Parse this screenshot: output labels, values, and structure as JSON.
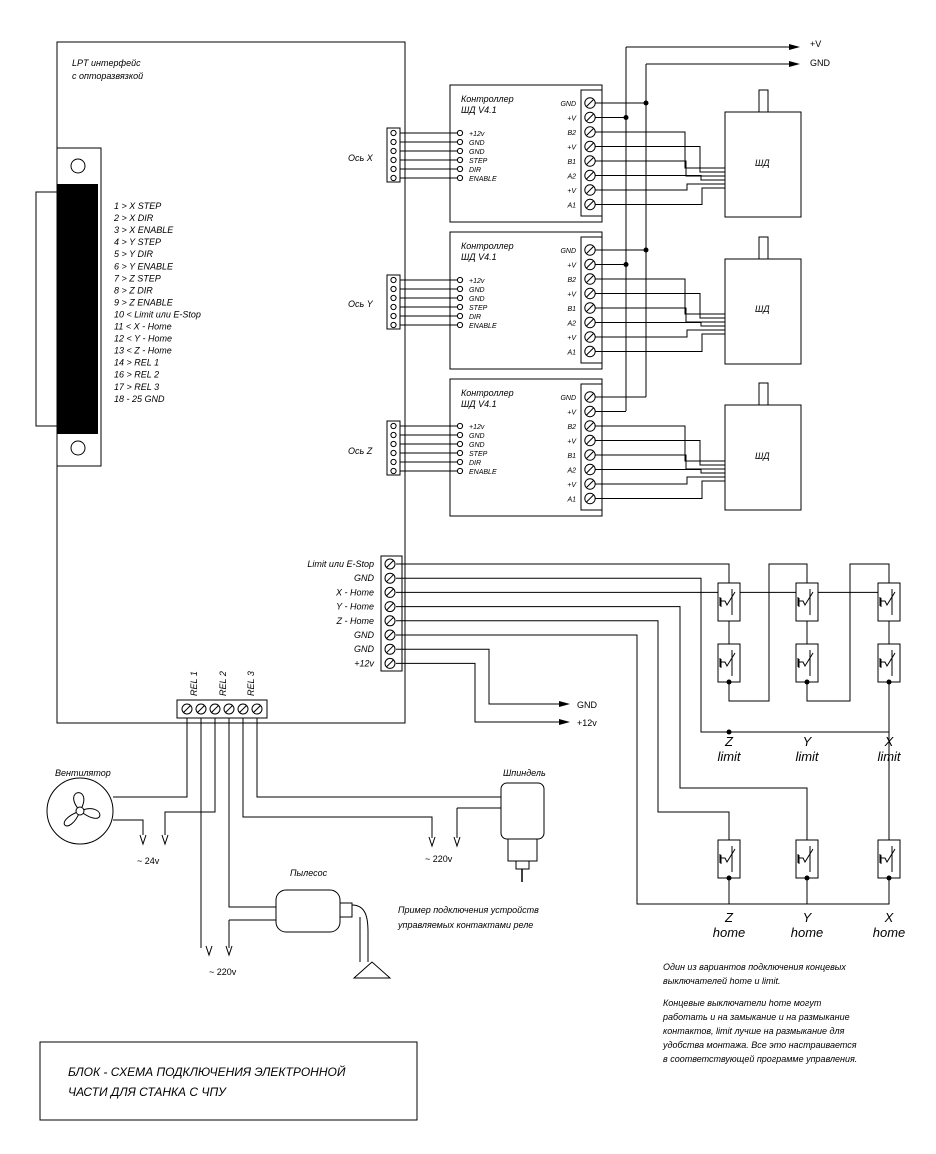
{
  "lpt": {
    "title_line1": "LPT интерфейс",
    "title_line2": "с опторазвязкой",
    "pins": [
      "1 > X  STEP",
      "2 > X  DIR",
      "3 > X  ENABLE",
      "4 > Y  STEP",
      "5 > Y  DIR",
      "6 > Y  ENABLE",
      "7 > Z  STEP",
      "8 > Z  DIR",
      "9 > Z  ENABLE",
      "10 < Limit или E-Stop",
      "11 < X - Home",
      "12 < Y - Home",
      "13 < Z - Home",
      "14 > REL 1",
      "16 > REL 2",
      "17 > REL 3",
      "18 - 25 GND"
    ]
  },
  "axes": [
    {
      "label": "Ось X"
    },
    {
      "label": "Ось Y"
    },
    {
      "label": "Ось Z"
    }
  ],
  "axis_pins": [
    "+12v",
    "GND",
    "GND",
    "STEP",
    "DIR",
    "ENABLE"
  ],
  "controller": {
    "title_line1": "Контроллер",
    "title_line2": "ШД V4.1",
    "terminals": [
      "GND",
      "+V",
      "B2",
      "+V",
      "B1",
      "A2",
      "+V",
      "A1"
    ]
  },
  "motor_label": "ШД",
  "power": {
    "plus_v": "+V",
    "gnd": "GND"
  },
  "io_terminals": [
    "Limit или E-Stop",
    "GND",
    "X - Home",
    "Y - Home",
    "Z - Home",
    "GND",
    "GND",
    "+12v"
  ],
  "io_out": {
    "gnd": "GND",
    "plus12": "+12v"
  },
  "relays": [
    "REL 1",
    "REL 2",
    "REL 3"
  ],
  "devices": {
    "fan": "Вентилятор",
    "spindle": "Шпиндель",
    "vacuum": "Пылесос",
    "v24": "~ 24v",
    "v220_a": "~ 220v",
    "v220_b": "~ 220v"
  },
  "relay_note_line1": "Пример подключения устройств",
  "relay_note_line2": "управляемых контактами реле",
  "limit_labels": [
    {
      "axis": "Z",
      "word": "limit"
    },
    {
      "axis": "Y",
      "word": "limit"
    },
    {
      "axis": "X",
      "word": "limit"
    }
  ],
  "home_labels": [
    {
      "axis": "Z",
      "word": "home"
    },
    {
      "axis": "Y",
      "word": "home"
    },
    {
      "axis": "X",
      "word": "home"
    }
  ],
  "note1": [
    "Один из вариантов подключения концевых",
    "выключателей home и limit."
  ],
  "note2": [
    "Концевые выключатели home могут",
    "работать и на замыкание и на размыкание",
    "контактов, limit лучше на размыкание для",
    "удобства монтажа. Все это настраивается",
    "в соответствующей программе управления."
  ],
  "title_box": [
    "БЛОК - СХЕМА ПОДКЛЮЧЕНИЯ ЭЛЕКТРОННОЙ",
    "ЧАСТИ ДЛЯ СТАНКА С ЧПУ"
  ]
}
